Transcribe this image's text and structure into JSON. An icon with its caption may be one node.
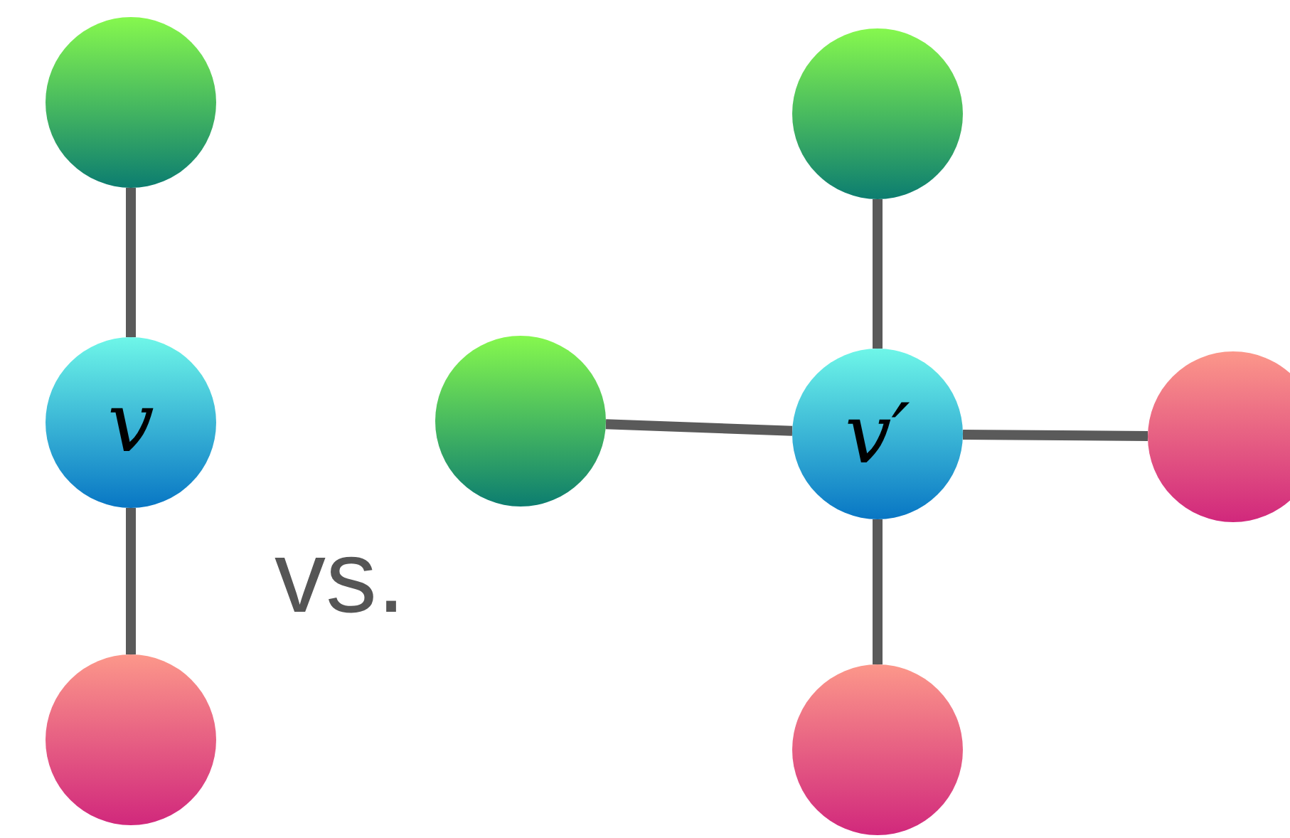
{
  "diagram": {
    "nodes": [
      {
        "text": [],
        "shape": "circle"
      },
      {
        "text": [
          "v"
        ]
      },
      {
        "text": [],
        "shape": "circle"
      },
      {
        "text": [],
        "shape": "circle"
      },
      {
        "text": [],
        "shape": "circle"
      },
      {
        "text": [
          "v′"
        ]
      },
      {
        "text": [],
        "shape": "circle"
      },
      {
        "text": [],
        "shape": "circle"
      }
    ],
    "edges": [
      {
        "from": 0,
        "to": 1,
        "arrow": "none"
      },
      {
        "from": 1,
        "to": 2,
        "arrow": "none"
      },
      {
        "from": 3,
        "to": 5,
        "arrow": "none"
      },
      {
        "from": 4,
        "to": 5,
        "arrow": "none"
      },
      {
        "from": 5,
        "to": 6,
        "arrow": "none"
      },
      {
        "from": 5,
        "to": 7,
        "arrow": "none"
      }
    ],
    "labels": [
      "vs."
    ]
  }
}
